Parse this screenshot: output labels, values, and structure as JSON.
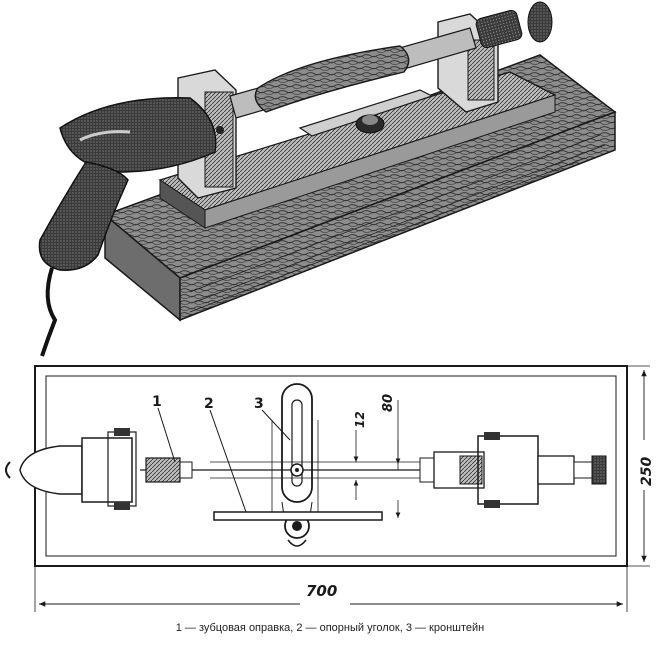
{
  "parts": [
    {
      "number": "1",
      "name": "зубцовая оправка"
    },
    {
      "number": "2",
      "name": "опорный уголок"
    },
    {
      "number": "3",
      "name": "кронштейн"
    }
  ],
  "dimensions": {
    "length": "700",
    "width": "250",
    "bracket_height": "80",
    "offset": "12"
  },
  "caption": "1 — зубцовая оправка, 2 — опорный уголок, 3 — кронштейн",
  "colors": {
    "ink": "#1a1a1a",
    "wood": "#5a5a5a",
    "paper": "#ffffff"
  }
}
